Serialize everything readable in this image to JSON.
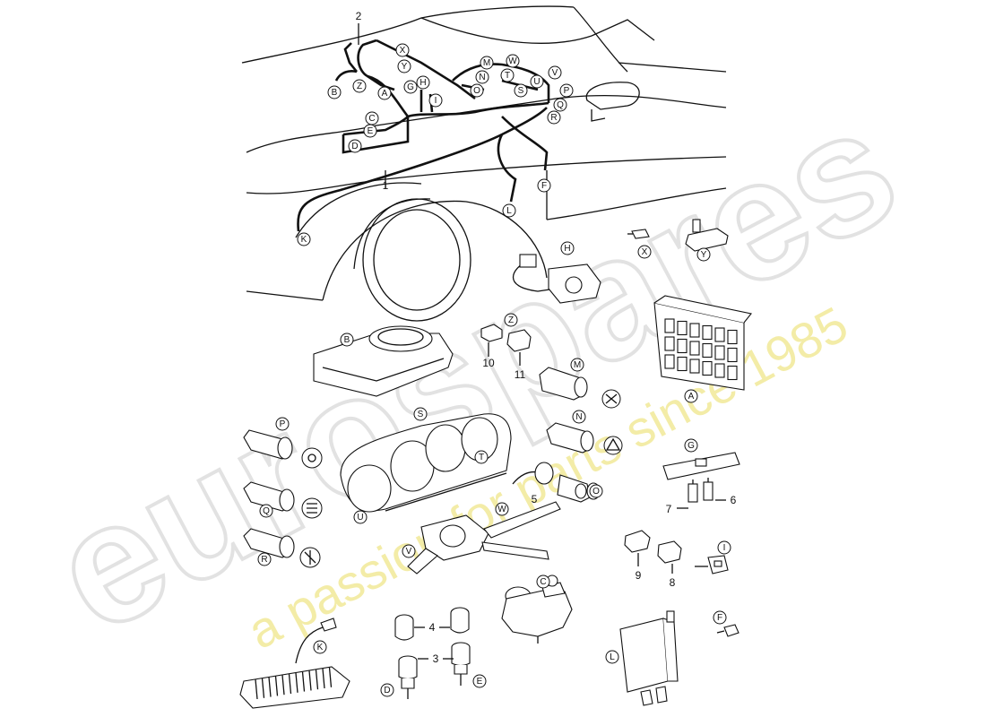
{
  "watermark": {
    "brand": "eurospares",
    "tagline": "a passion for parts since 1985",
    "brand_color": "#d8d8d8",
    "tagline_color": "#efe68a"
  },
  "callouts": {
    "top": [
      "B",
      "Z",
      "A",
      "X",
      "Y",
      "H",
      "G",
      "I",
      "M",
      "N",
      "O",
      "W",
      "T",
      "S",
      "U",
      "V",
      "P",
      "Q",
      "R",
      "C",
      "E",
      "D",
      "F",
      "L",
      "K"
    ],
    "parts": [
      "H",
      "X",
      "Y",
      "Z",
      "B",
      "M",
      "A",
      "S",
      "P",
      "N",
      "T",
      "G",
      "Q",
      "O",
      "U",
      "W",
      "V",
      "R",
      "I",
      "C",
      "K",
      "L",
      "F",
      "D",
      "E"
    ]
  },
  "part_numbers": {
    "n1": "1",
    "n2": "2",
    "n3": "3",
    "n4": "4",
    "n5": "5",
    "n6": "6",
    "n7": "7",
    "n8": "8",
    "n9": "9",
    "n10": "10",
    "n11": "11"
  },
  "icons": [
    "rear-fog-icon",
    "hazard-icon",
    "light-icon",
    "fog-light-icon",
    "lamp-icon"
  ],
  "line_color": "#111111"
}
